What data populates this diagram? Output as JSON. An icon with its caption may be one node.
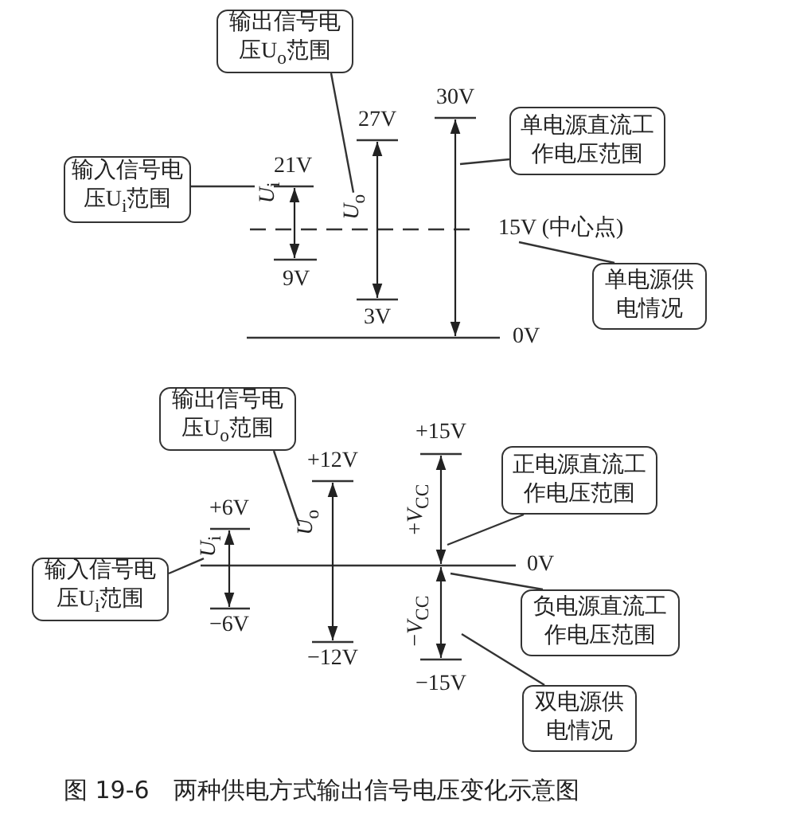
{
  "diagram": {
    "caption": "图 19-6　两种供电方式输出信号电压变化示意图",
    "nodes": [
      {
        "text": [
          "输出信号电压U$_{o}$范围"
        ]
      },
      {
        "text": [
          "输入信号电压U$_{i}$范围"
        ]
      },
      {
        "text": [
          "单电源直流工作电压范围"
        ]
      },
      {
        "text": [
          "单电源供电情况"
        ]
      },
      {
        "text": [
          "输出信号电压U$_{o}$范围"
        ]
      },
      {
        "text": [
          "正电源直流工作电压范围"
        ]
      },
      {
        "text": [
          "输入信号电压U$_{i}$范围"
        ]
      },
      {
        "text": [
          "负电源直流工作电压范围"
        ]
      },
      {
        "text": [
          "双电源供电情况"
        ]
      },
      {
        "text": [
          "*U*$_{i}$"
        ]
      },
      {
        "text": [
          "*U*$_{o}$"
        ]
      },
      {
        "text": [
          "15V (中心点)"
        ]
      },
      {
        "text": [
          "*U*$_{o}$"
        ]
      },
      {
        "text": [
          "*U*$_{i}$"
        ]
      }
    ],
    "edges": [
      {
        "from": 0,
        "to": 10,
        "arrow": "none"
      },
      {
        "from": 1,
        "to": 9,
        "arrow": "none"
      },
      {
        "from": 2,
        "to": null,
        "arrow": "none"
      },
      {
        "from": 3,
        "to": 11,
        "arrow": "none"
      },
      {
        "from": 4,
        "to": 12,
        "arrow": "none"
      },
      {
        "from": 5,
        "to": null,
        "arrow": "none"
      },
      {
        "from": 6,
        "to": 13,
        "arrow": "none"
      },
      {
        "from": 7,
        "to": null,
        "arrow": "none"
      },
      {
        "from": 8,
        "to": null,
        "arrow": "none"
      }
    ],
    "labels": [
      "30V",
      "27V",
      "21V",
      "9V",
      "3V",
      "0V",
      "+15V",
      "+12V",
      "+6V",
      "+*V*$_{CC}$",
      "0V",
      "−*V*$_{CC}$",
      "−6V",
      "−12V",
      "−15V"
    ]
  }
}
